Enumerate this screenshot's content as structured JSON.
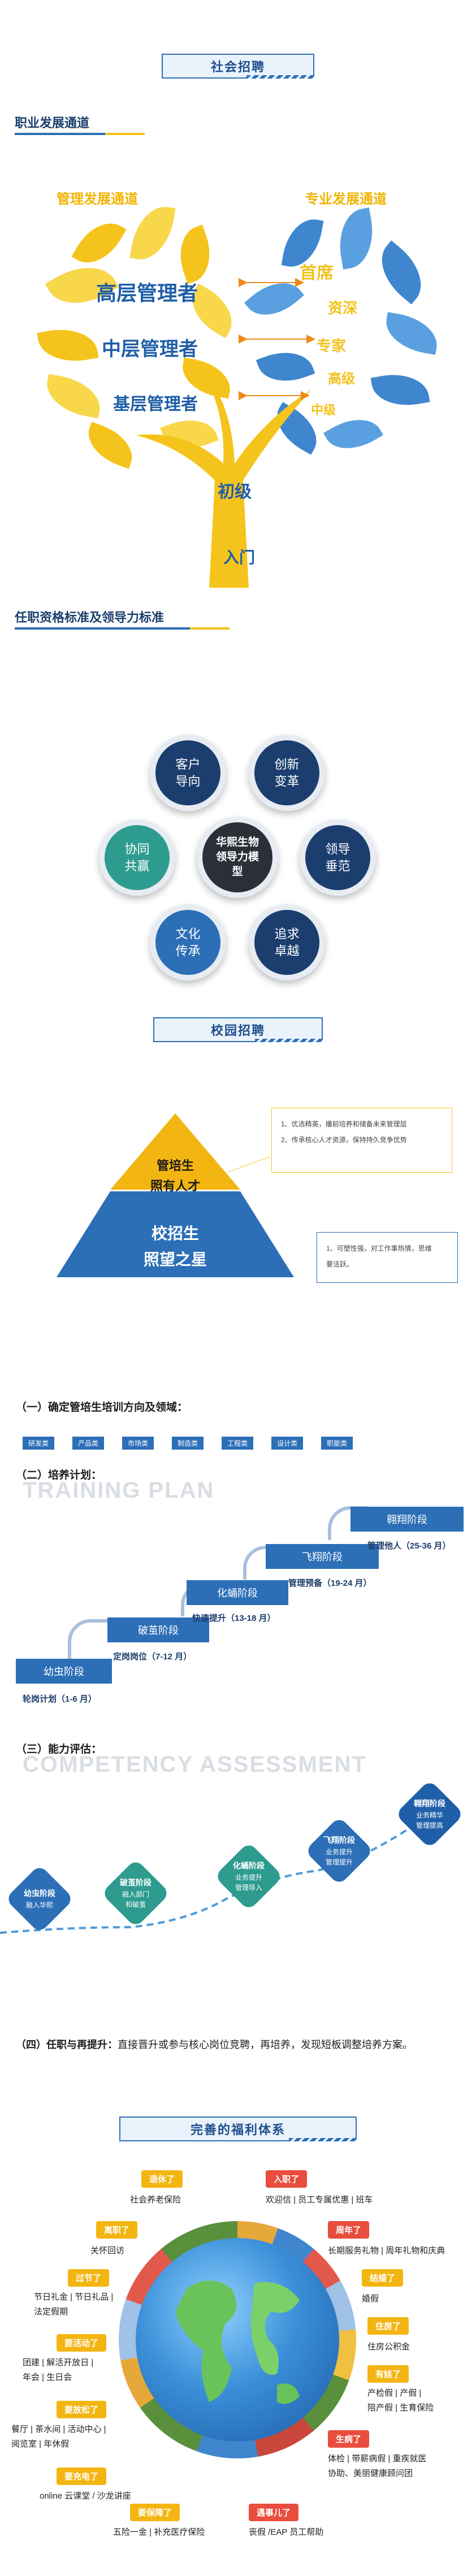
{
  "social": {
    "banner": "社会招聘",
    "career_heading": "职业发展通道",
    "mgmt_track_title": "管理发展通道",
    "pro_track_title": "专业发展通道",
    "mgmt_levels": [
      "高层管理者",
      "中层管理者",
      "基层管理者"
    ],
    "trunk_levels": [
      "初级",
      "入门"
    ],
    "pro_levels": [
      "首席",
      "资深",
      "专家",
      "高级",
      "中级"
    ],
    "qual_heading": "任职资格标准及领导力标准",
    "model": {
      "center": "华熙生物领导力模型",
      "items": [
        "客户导向",
        "创新变革",
        "协同共赢",
        "领导垂范",
        "文化传承",
        "追求卓越"
      ]
    }
  },
  "campus": {
    "banner": "校园招聘",
    "pyramid": {
      "top": "管培生\n照有人才",
      "bottom": "校招生\n照望之星",
      "top_box": [
        "1、优选精英，播前培养和储备未来管理层",
        "2、传承核心人才资源，保持持久竞争优势"
      ],
      "bottom_box": [
        "1、可塑性强，对工作事热情，思维",
        "要活跃。"
      ]
    },
    "section1": {
      "title": "（一）确定管培生培训方向及领域：",
      "tags": [
        "研发类",
        "产品类",
        "市场类",
        "制造类",
        "工程类",
        "设计类",
        "职能类"
      ]
    },
    "section2": {
      "title": "（二）培养计划：",
      "watermark": "TRAINING PLAN",
      "steps": [
        {
          "name": "幼虫阶段",
          "caption": "轮岗计划（1-6 月）"
        },
        {
          "name": "破茧阶段",
          "caption": "定岗岗位（7-12 月）"
        },
        {
          "name": "化蛹阶段",
          "caption": "快速提升（13-18 月）"
        },
        {
          "name": "飞翔阶段",
          "caption": "管理预备（19-24 月）"
        },
        {
          "name": "翱翔阶段",
          "caption": "管理他人（25-36 月）"
        }
      ]
    },
    "section3": {
      "title": "（三）能力评估：",
      "watermark": "COMPETENCY ASSESSMENT",
      "stages": [
        {
          "name": "幼虫阶段",
          "desc": "融入华熙"
        },
        {
          "name": "破茧阶段",
          "desc": "融入部门\n和破茧"
        },
        {
          "name": "化蛹阶段",
          "desc": "业务提升\n管理导入"
        },
        {
          "name": "飞翔阶段",
          "desc": "业务提升\n管理提升"
        },
        {
          "name": "翱翔阶段",
          "desc": "业务精华\n管理提高"
        }
      ]
    },
    "section4": {
      "title": "（四）任职与再提升：",
      "text": "直接晋升或参与核心岗位竞聘，再培养，发现短板调整培养方案。"
    }
  },
  "benefits": {
    "banner": "完善的福利体系",
    "left": [
      {
        "label": "退休了",
        "text": "社会养老保险"
      },
      {
        "label": "离职了",
        "text": "关怀回访"
      },
      {
        "label": "过节了",
        "text": "节日礼金 | 节日礼品 |\n法定假期"
      },
      {
        "label": "要活动了",
        "text": "团建 | 解活开放日 |\n年会 | 生日会"
      },
      {
        "label": "要放松了",
        "text": "餐厅 | 茶水间 | 活动中心 |\n阅览室 | 年休假"
      },
      {
        "label": "要充电了",
        "text": "online 云课堂 / 沙龙讲座"
      },
      {
        "label": "要保障了",
        "text": "五险一金 | 补充医疗保险"
      }
    ],
    "right": [
      {
        "label": "入职了",
        "text": "欢迎信 | 员工专属优惠 | 班车"
      },
      {
        "label": "周年了",
        "text": "长期服务礼物 | 周年礼物和庆典"
      },
      {
        "label": "结婚了",
        "text": "婚假"
      },
      {
        "label": "住房了",
        "text": "住房公积金"
      },
      {
        "label": "有娃了",
        "text": "产检假 | 产假 |\n陪产假 | 生育保险"
      },
      {
        "label": "生病了",
        "text": "体检 | 带薪病假 | 重疾就医\n协助、美丽健康顾问团"
      },
      {
        "label": "遇事儿了",
        "text": "丧假 /EAP 员工帮助"
      }
    ]
  },
  "colors": {
    "primary_blue": "#2c6fb7",
    "accent_yellow": "#f3c21b",
    "dark_navy": "#1b3e6e",
    "red": "#e94d3d"
  }
}
